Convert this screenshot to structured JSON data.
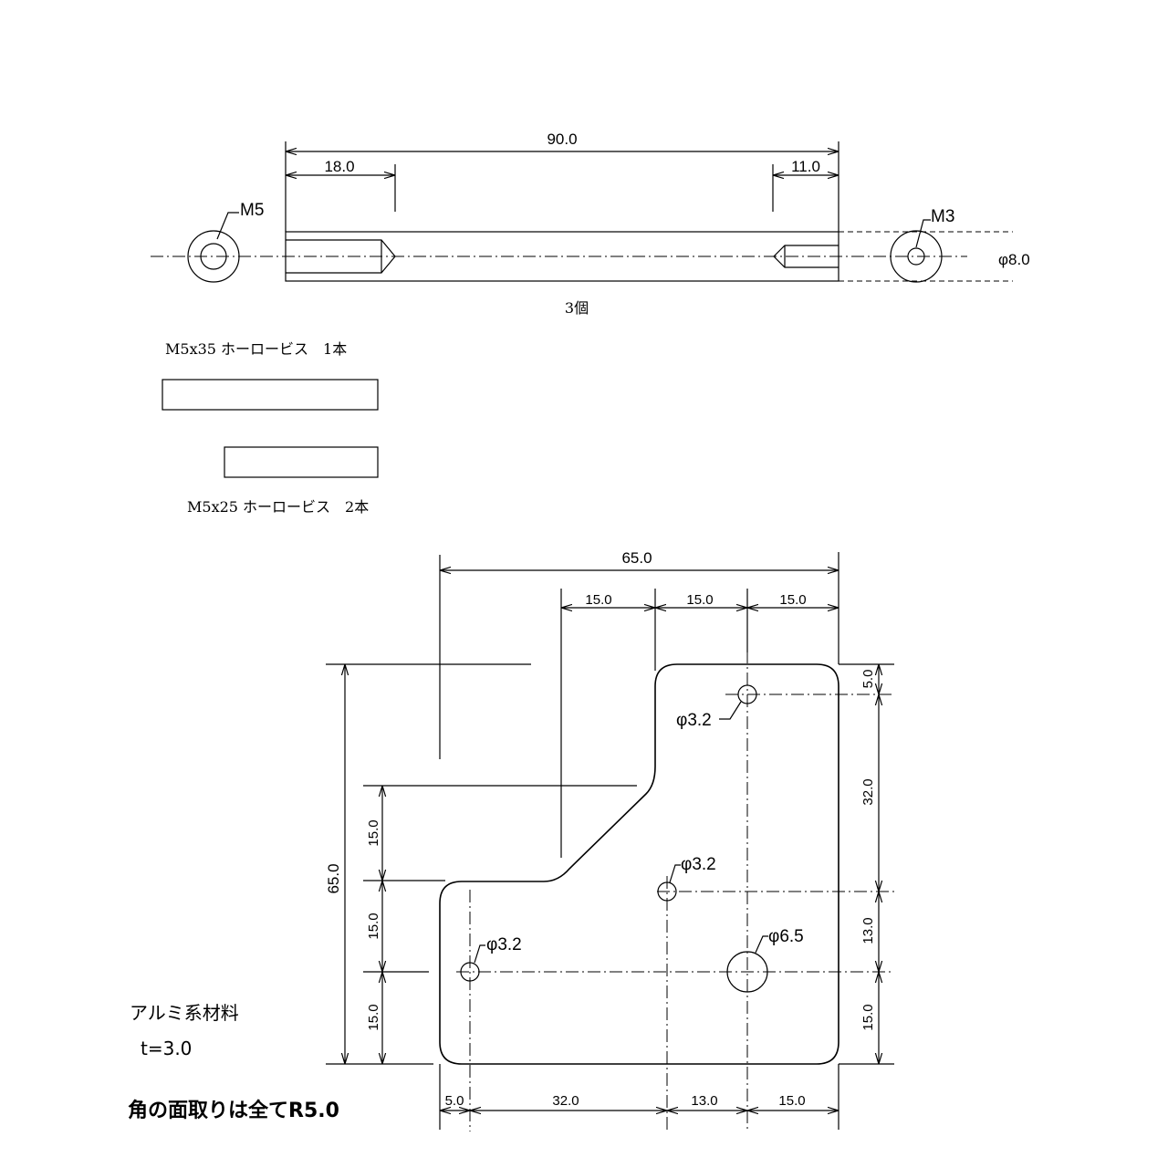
{
  "spacer": {
    "dims": {
      "overall": "90.0",
      "left_depth": "18.0",
      "right_depth": "11.0",
      "diameter": "φ8.0"
    },
    "left_thread": "M5",
    "right_thread": "M3",
    "quantity": "3個"
  },
  "screws": {
    "long": "M5x35 ホーロービス　1本",
    "short": "M5x25 ホーロービス　2本"
  },
  "plate": {
    "dims_top": {
      "overall": "65.0",
      "a": "15.0",
      "b": "15.0",
      "c": "15.0"
    },
    "dims_left": {
      "overall": "65.0",
      "a": "15.0",
      "b": "15.0",
      "c": "15.0"
    },
    "dims_right": {
      "a": "5.0",
      "b": "32.0",
      "c": "13.0",
      "d": "15.0"
    },
    "dims_bottom": {
      "a": "5.0",
      "b": "32.0",
      "c": "13.0",
      "d": "15.0"
    },
    "holes": {
      "top": "φ3.2",
      "middle": "φ3.2",
      "left": "φ3.2",
      "large": "φ6.5"
    }
  },
  "notes": {
    "material": "アルミ系材料",
    "thickness": "t=3.0",
    "chamfer": "角の面取りは全てR5.0"
  }
}
